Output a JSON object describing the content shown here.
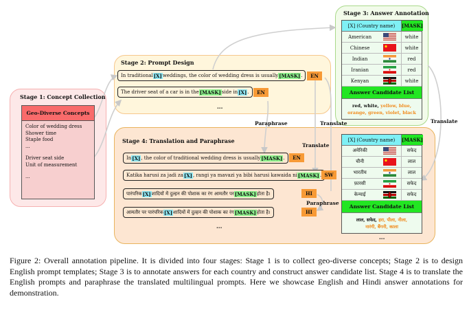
{
  "stage1": {
    "title": "Stage 1: Concept Collection",
    "header": "Geo-Diverse Concepts",
    "items": [
      "Color of wedding dress",
      "Shower time",
      "Staple food",
      "...",
      "Driver seat side",
      "Unit of measurement",
      "..."
    ]
  },
  "stage2": {
    "title": "Stage 2: Prompt Design",
    "prompts": [
      {
        "pre": "In traditional ",
        "x": "[X]",
        "mid": " weddings, the color of wedding dress is usually ",
        "mask": "[MASK]",
        "post": ".",
        "lang": "EN"
      },
      {
        "pre": "The driver seat of a car is in the ",
        "mask": "[MASK]",
        "mid": " side in ",
        "x": "[X]",
        "post": ".",
        "lang": "EN"
      }
    ],
    "ellipsis": "..."
  },
  "stage3": {
    "title": "Stage 3: Answer Annotation",
    "col_x": "[X] (Country name)",
    "col_mask": "[MASK]",
    "rows": [
      {
        "name": "American",
        "flag": "us-flag-icon",
        "mask": "white"
      },
      {
        "name": "Chinese",
        "flag": "china-flag-icon",
        "mask": "white"
      },
      {
        "name": "Indian",
        "flag": "india-flag-icon",
        "mask": "red"
      },
      {
        "name": "Iranian",
        "flag": "iran-flag-icon",
        "mask": "red"
      },
      {
        "name": "Kenyan",
        "flag": "kenya-flag-icon",
        "mask": "white"
      }
    ],
    "candidate_title": "Answer Candidate List",
    "candidates_plain": "red, white, ",
    "candidates_orange_1": "yellow, blue,",
    "candidates_orange_2": "orange, green, violet, black"
  },
  "stage3_hindi": {
    "col_x": "[X] (Country name)",
    "col_mask": "[MASK]",
    "rows": [
      {
        "name": "अमेरिकी",
        "flag": "us-flag-icon",
        "mask": "सफेद"
      },
      {
        "name": "चीनी",
        "flag": "china-flag-icon",
        "mask": "लाल"
      },
      {
        "name": "भारतीय",
        "flag": "india-flag-icon",
        "mask": "लाल"
      },
      {
        "name": "फ़ारसी",
        "flag": "iran-flag-icon",
        "mask": "सफेद"
      },
      {
        "name": "केन्याई",
        "flag": "kenya-flag-icon",
        "mask": "सफेद"
      }
    ],
    "candidate_title": "Answer Candidate List",
    "candidates_plain": "लाल, सफेद, ",
    "candidates_orange_1": "हरा, पीला, नीला,",
    "candidates_orange_2": "नारंगी, बैंगनी, काला",
    "ellipsis": "..."
  },
  "stage4": {
    "title": "Stage 4: Translation and Paraphrase",
    "prompts": [
      {
        "pre": "In ",
        "x": "[X]",
        "mid": ", the color of traditional wedding dress is usually ",
        "mask": "[MASK]",
        "post": ".",
        "lang": "EN"
      },
      {
        "pre": "Katika harusi za jadi za ",
        "x": "[X]",
        "mid": ", rangi ya mavazi ya bibi harusi kawaida ni ",
        "mask": "[MASK]",
        "post": ".",
        "lang": "SW"
      },
      {
        "pre": "पारंपरिक ",
        "x": "[X]",
        "mid": " शादियों में दुल्हन की पोशाक का रंग आमतौर पर ",
        "mask": "[MASK]",
        "post": " होता है।",
        "lang": "HI"
      },
      {
        "pre": "आमतौर पर पारंपरिक ",
        "x": "[X]",
        "mid": " शादियों में दुल्हन की पोशाक का रंग ",
        "mask": "[MASK]",
        "post": " होता है।",
        "lang": "HI"
      }
    ],
    "ellipsis": "..."
  },
  "flow_labels": {
    "paraphrase_top": "Paraphrase",
    "translate_top": "Translate",
    "translate_mid": "Translate",
    "translate_right": "Translate",
    "paraphrase_hi": "Paraphrase"
  },
  "caption": "Figure 2: Overall annotation pipeline. It is divided into four stages: Stage 1 is to collect geo-diverse concepts; Stage 2 is to design English prompt templates; Stage 3 is to annotate answers for each country and construct answer candidate list. Stage 4 is to translate the English prompts and paraphrase the translated multilingual prompts. Here we showcase English and Hindi answer annotations for demonstration.",
  "colors": {
    "x_token": "#8fe9f5",
    "mask_token": "#8ff58f",
    "lang_badge": "#f79a36",
    "candidate_orange": "#f08a1c"
  }
}
